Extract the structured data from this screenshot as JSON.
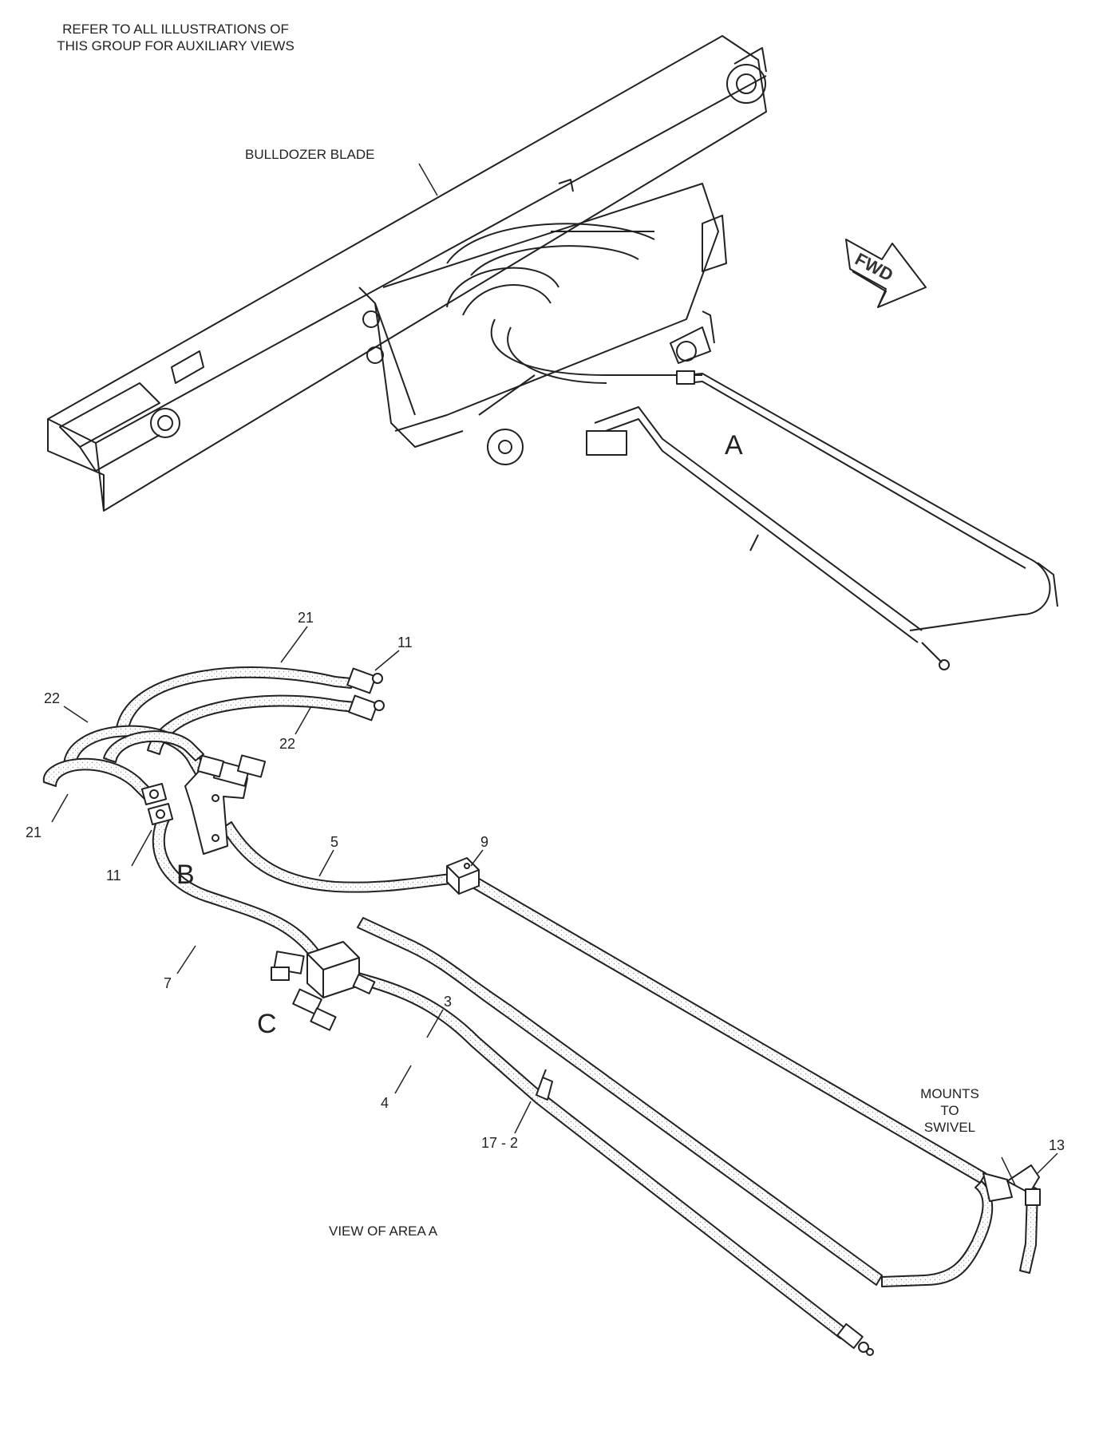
{
  "header_note": {
    "line1": "REFER TO ALL ILLUSTRATIONS OF",
    "line2": "THIS GROUP FOR AUXILIARY VIEWS"
  },
  "labels": {
    "bulldozer_blade": "BULLDOZER BLADE",
    "fwd": "FWD",
    "area_a": "A",
    "area_b": "B",
    "area_c": "C",
    "view_caption": "VIEW OF AREA A",
    "mounts_line1": "MOUNTS",
    "mounts_line2": "TO",
    "mounts_line3": "SWIVEL"
  },
  "callouts": {
    "c21_top": "21",
    "c11_top": "11",
    "c22_left": "22",
    "c22_right": "22",
    "c21_left": "21",
    "c11_left": "11",
    "c5": "5",
    "c9": "9",
    "c7": "7",
    "c3": "3",
    "c4": "4",
    "c17_2": "17 - 2",
    "c13": "13"
  }
}
